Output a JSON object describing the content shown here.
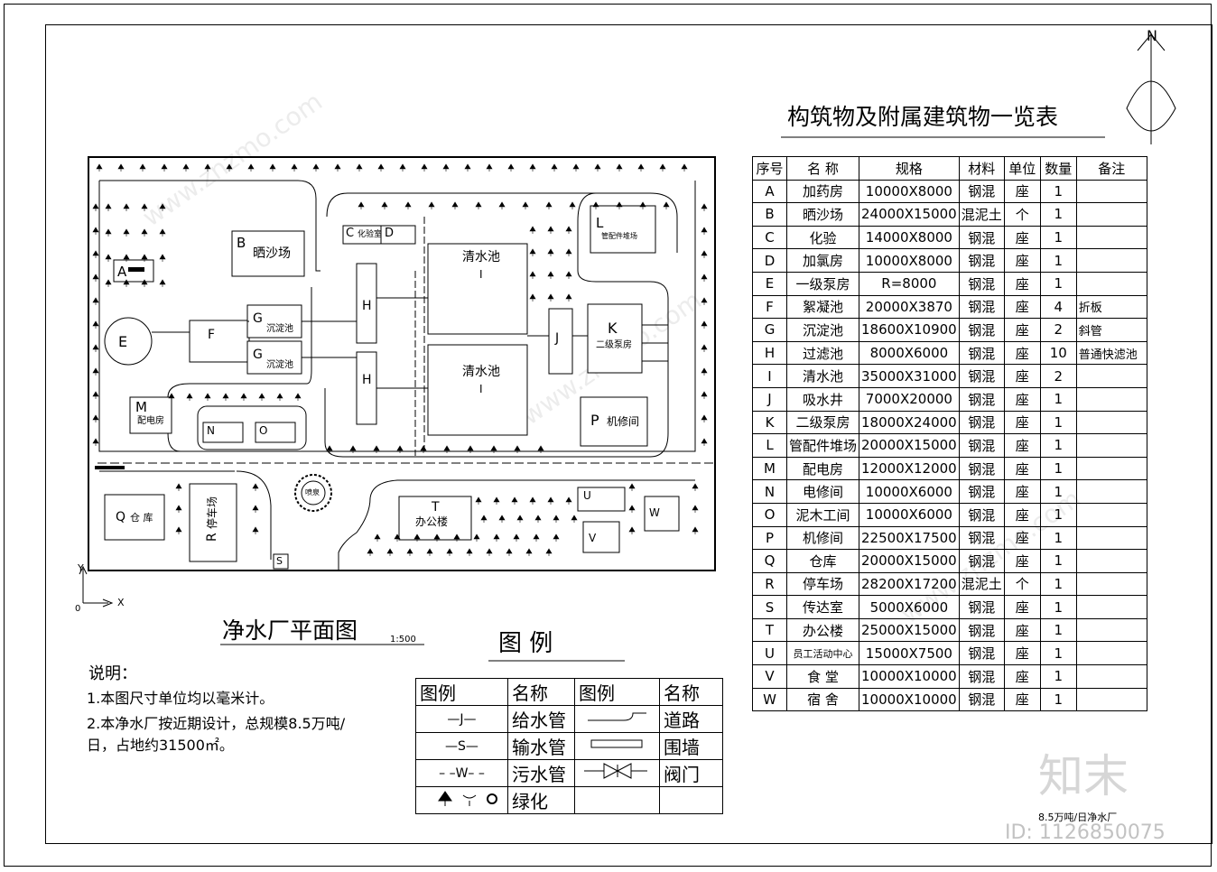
{
  "title_table": "构筑物及附属建筑物一览表",
  "table_headers": [
    "序号",
    "名 称",
    "规格",
    "材料",
    "单位",
    "数量",
    "备注"
  ],
  "table_rows": [
    [
      "A",
      "加药房",
      "10000X8000",
      "钢混",
      "座",
      "1",
      ""
    ],
    [
      "B",
      "晒沙场",
      "24000X15000",
      "混泥土",
      "个",
      "1",
      ""
    ],
    [
      "C",
      "化验",
      "14000X8000",
      "钢混",
      "座",
      "1",
      ""
    ],
    [
      "D",
      "加氯房",
      "10000X8000",
      "钢混",
      "座",
      "1",
      ""
    ],
    [
      "E",
      "一级泵房",
      "R=8000",
      "钢混",
      "座",
      "1",
      ""
    ],
    [
      "F",
      "絮凝池",
      "20000X3870",
      "钢混",
      "座",
      "4",
      "折板"
    ],
    [
      "G",
      "沉淀池",
      "18600X10900",
      "钢混",
      "座",
      "2",
      "斜管"
    ],
    [
      "H",
      "过滤池",
      "8000X6000",
      "钢混",
      "座",
      "10",
      "普通快滤池"
    ],
    [
      "I",
      "清水池",
      "35000X31000",
      "钢混",
      "座",
      "2",
      ""
    ],
    [
      "J",
      "吸水井",
      "7000X20000",
      "钢混",
      "座",
      "1",
      ""
    ],
    [
      "K",
      "二级泵房",
      "18000X24000",
      "钢混",
      "座",
      "1",
      ""
    ],
    [
      "L",
      "管配件堆场",
      "20000X15000",
      "钢混",
      "座",
      "1",
      ""
    ],
    [
      "M",
      "配电房",
      "12000X12000",
      "钢混",
      "座",
      "1",
      ""
    ],
    [
      "N",
      "电修间",
      "10000X6000",
      "钢混",
      "座",
      "1",
      ""
    ],
    [
      "O",
      "泥木工间",
      "10000X6000",
      "钢混",
      "座",
      "1",
      ""
    ],
    [
      "P",
      "机修间",
      "22500X17500",
      "钢混",
      "座",
      "1",
      ""
    ],
    [
      "Q",
      "仓库",
      "20000X15000",
      "钢混",
      "座",
      "1",
      ""
    ],
    [
      "R",
      "停车场",
      "28200X17200",
      "混泥土",
      "个",
      "1",
      ""
    ],
    [
      "S",
      "传达室",
      "5000X6000",
      "钢混",
      "座",
      "1",
      ""
    ],
    [
      "T",
      "办公楼",
      "25000X15000",
      "钢混",
      "座",
      "1",
      ""
    ],
    [
      "U",
      "员工活动中心",
      "15000X7500",
      "钢混",
      "座",
      "1",
      ""
    ],
    [
      "V",
      "食 堂",
      "10000X10000",
      "钢混",
      "座",
      "1",
      ""
    ],
    [
      "W",
      "宿 舍",
      "10000X10000",
      "钢混",
      "座",
      "1",
      ""
    ]
  ],
  "plan_title": "净水厂平面图",
  "plan_scale": "1:500",
  "notes_title": "说明：",
  "notes": [
    "1.本图尺寸单位均以毫米计。",
    "2.本净水厂按近期设计，总规模8.5万吨/",
    "日，占地约31500㎡。"
  ],
  "legend_title": "图      例",
  "legend_headers": [
    "图例",
    "名称",
    "图例",
    "名称"
  ],
  "legend_rows": [
    {
      "sym1": "—J—",
      "name1": "给水管",
      "sym2": "",
      "name2": "道路"
    },
    {
      "sym1": "—S—",
      "name1": "输水管",
      "sym2": "",
      "name2": "围墙"
    },
    {
      "sym1": "– –W– –",
      "name1": "污水管",
      "sym2": "",
      "name2": "阀门"
    },
    {
      "sym1": "",
      "name1": "绿化",
      "sym2": "",
      "name2": ""
    }
  ],
  "north": "N",
  "axis_x": "X",
  "axis_y": "Y",
  "axis_origin": "0",
  "footer_caption": "8.5万吨/日净水厂",
  "watermark_brand": "知末",
  "watermark_id": "ID: 1126850075",
  "watermark_site": "www.znzmo.com",
  "buildings": {
    "A": {
      "letter": "A",
      "name": ""
    },
    "B": {
      "letter": "B",
      "name": "晒沙场"
    },
    "C": {
      "letter": "C",
      "name": "化验室"
    },
    "D": {
      "letter": "D",
      "name": ""
    },
    "E": {
      "letter": "E",
      "name": ""
    },
    "F": {
      "letter": "F",
      "name": ""
    },
    "G1": {
      "letter": "G",
      "name": "沉淀池"
    },
    "G2": {
      "letter": "G",
      "name": "沉淀池"
    },
    "H1": {
      "letter": "H",
      "name": ""
    },
    "H2": {
      "letter": "H",
      "name": ""
    },
    "I1": {
      "letter": "I",
      "name": "清水池"
    },
    "I2": {
      "letter": "I",
      "name": "清水池"
    },
    "J": {
      "letter": "J",
      "name": ""
    },
    "K": {
      "letter": "K",
      "name": "二级泵房"
    },
    "L": {
      "letter": "L",
      "name": "管配件堆场"
    },
    "M": {
      "letter": "M",
      "name": "配电房"
    },
    "N": {
      "letter": "N",
      "name": ""
    },
    "O": {
      "letter": "O",
      "name": ""
    },
    "P": {
      "letter": "P",
      "name": "机修间"
    },
    "Q": {
      "letter": "Q",
      "name": "仓 库"
    },
    "R": {
      "letter": "R",
      "name": "停车场"
    },
    "S": {
      "letter": "S",
      "name": ""
    },
    "T": {
      "letter": "T",
      "name": "办公楼"
    },
    "U": {
      "letter": "U",
      "name": ""
    },
    "V": {
      "letter": "V",
      "name": ""
    },
    "W": {
      "letter": "W",
      "name": ""
    },
    "fountain": {
      "letter": "",
      "name": "喷泉"
    }
  }
}
